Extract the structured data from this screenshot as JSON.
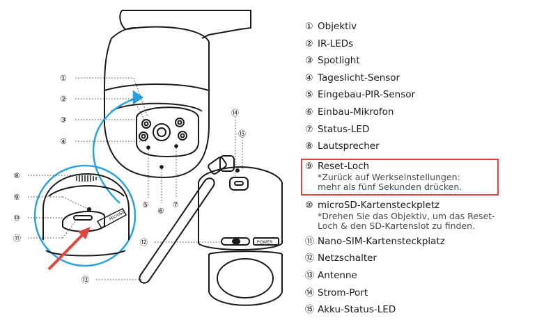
{
  "callouts": [
    "①",
    "②",
    "③",
    "④",
    "⑤",
    "⑥",
    "⑦",
    "⑧",
    "⑨",
    "⑩",
    "⑪",
    "⑫",
    "⑬",
    "⑭",
    "⑮"
  ],
  "camera_texts": {
    "microsd": "MicroSD",
    "power": "POWER"
  },
  "legend": [
    {
      "num": "①",
      "label": "Objektiv"
    },
    {
      "num": "②",
      "label": "IR-LEDs"
    },
    {
      "num": "③",
      "label": "Spotlight"
    },
    {
      "num": "④",
      "label": "Tageslicht-Sensor"
    },
    {
      "num": "⑤",
      "label": "Eingebau-PIR-Sensor"
    },
    {
      "num": "⑥",
      "label": "Einbau-Mikrofon"
    },
    {
      "num": "⑦",
      "label": "Status-LED"
    },
    {
      "num": "⑧",
      "label": "Lautsprecher"
    },
    {
      "num": "⑨",
      "label": "Reset-Loch",
      "note": [
        "*Zurück auf Werkseinstellungen:",
        "mehr als fünf Sekunden drücken."
      ],
      "highlight": true
    },
    {
      "num": "⑩",
      "label": "microSD-Kartensteckpletz",
      "note": [
        "*Drehen Sie das Objektiv, um das Reset-",
        "Loch & den SD-Kartenslot zu finden."
      ]
    },
    {
      "num": "⑪",
      "label": "Nano-SIM-Kartensteckplatz"
    },
    {
      "num": "⑫",
      "label": "Netzschalter"
    },
    {
      "num": "⑬",
      "label": "Antenne"
    },
    {
      "num": "⑭",
      "label": "Strom-Port"
    },
    {
      "num": "⑮",
      "label": "Akku-Status-LED"
    }
  ],
  "colors": {
    "highlight": "#e0443c",
    "zoom_ring": "#29a3e0",
    "arrow": "#e0443c",
    "line": "#1a1a1a"
  }
}
